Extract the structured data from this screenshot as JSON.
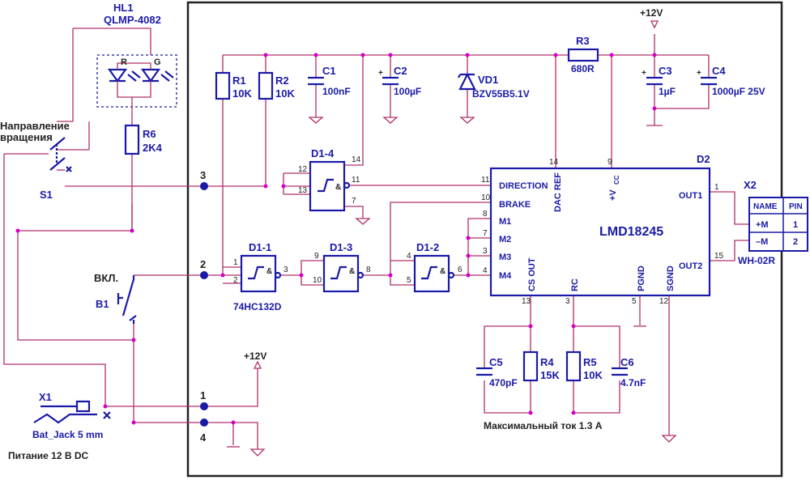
{
  "led": {
    "ref": "HL1",
    "part": "QLMP-4082",
    "r": "R",
    "g": "G"
  },
  "switch_dir": {
    "ref": "S1",
    "caption_line1": "Направление",
    "caption_line2": "вращения"
  },
  "switch_on": {
    "ref": "B1",
    "caption": "ВКЛ."
  },
  "resistors": {
    "r1": {
      "ref": "R1",
      "value": "10K"
    },
    "r2": {
      "ref": "R2",
      "value": "10K"
    },
    "r3": {
      "ref": "R3",
      "value": "680R"
    },
    "r4": {
      "ref": "R4",
      "value": "15K"
    },
    "r5": {
      "ref": "R5",
      "value": "10K"
    },
    "r6": {
      "ref": "R6",
      "value": "2K4"
    }
  },
  "capacitors": {
    "c1": {
      "ref": "C1",
      "value": "100nF"
    },
    "c2": {
      "ref": "C2",
      "value": "100µF"
    },
    "c3": {
      "ref": "C3",
      "value": "1µF"
    },
    "c4": {
      "ref": "C4",
      "value": "1000µF 25V"
    },
    "c5": {
      "ref": "C5",
      "value": "470pF"
    },
    "c6": {
      "ref": "C6",
      "value": "4.7nF"
    }
  },
  "zener": {
    "ref": "VD1",
    "part": "BZV55B5.1V"
  },
  "gates": {
    "g1": "D1-1",
    "g2": "D1-2",
    "g3": "D1-3",
    "g4": "D1-4",
    "part": "74HC132D",
    "amp": "&"
  },
  "driver": {
    "ref": "D2",
    "part": "LMD18245",
    "pins_left": [
      "DIRECTION",
      "BRAKE",
      "M1",
      "M2",
      "M3",
      "M4"
    ],
    "pins_top": [
      "DAC REF",
      "+V",
      "CC"
    ],
    "pins_bottom": [
      "CS OUT",
      "RC",
      "PGND",
      "SGND"
    ],
    "pins_right": [
      "OUT1",
      "OUT2"
    ]
  },
  "connector_x2": {
    "ref": "X2",
    "part": "WH-02R",
    "headers": [
      "NAME",
      "PIN"
    ],
    "rows": [
      [
        "+M",
        "1"
      ],
      [
        "–M",
        "2"
      ]
    ]
  },
  "jack": {
    "ref": "X1",
    "part": "Bat_Jack 5 mm",
    "caption": "Питание 12 В DC"
  },
  "supply": "+12V",
  "nodes": [
    "3",
    "2",
    "1",
    "4"
  ],
  "note": "Максимальный ток 1.3 А",
  "pin_numbers": {
    "g4_in_a": "12",
    "g4_in_b": "13",
    "g4_out": "11",
    "g4_vcc": "14",
    "g4_gnd": "7",
    "g1_in_a": "1",
    "g1_in_b": "2",
    "g1_out": "3",
    "g3_in_a": "9",
    "g3_in_b": "10",
    "g3_out": "8",
    "g2_in_a": "4",
    "g2_in_b": "5",
    "g2_out": "6",
    "d2_direction": "11",
    "d2_brake": "10",
    "d2_m1": "8",
    "d2_m2": "7",
    "d2_m3": "3",
    "d2_m4": "4",
    "d2_dacref": "14",
    "d2_vcc": "9",
    "d2_csout": "13",
    "d2_rc": "3",
    "d2_pgnd": "5",
    "d2_sgnd": "12",
    "d2_out1": "1",
    "d2_out2": "15"
  }
}
